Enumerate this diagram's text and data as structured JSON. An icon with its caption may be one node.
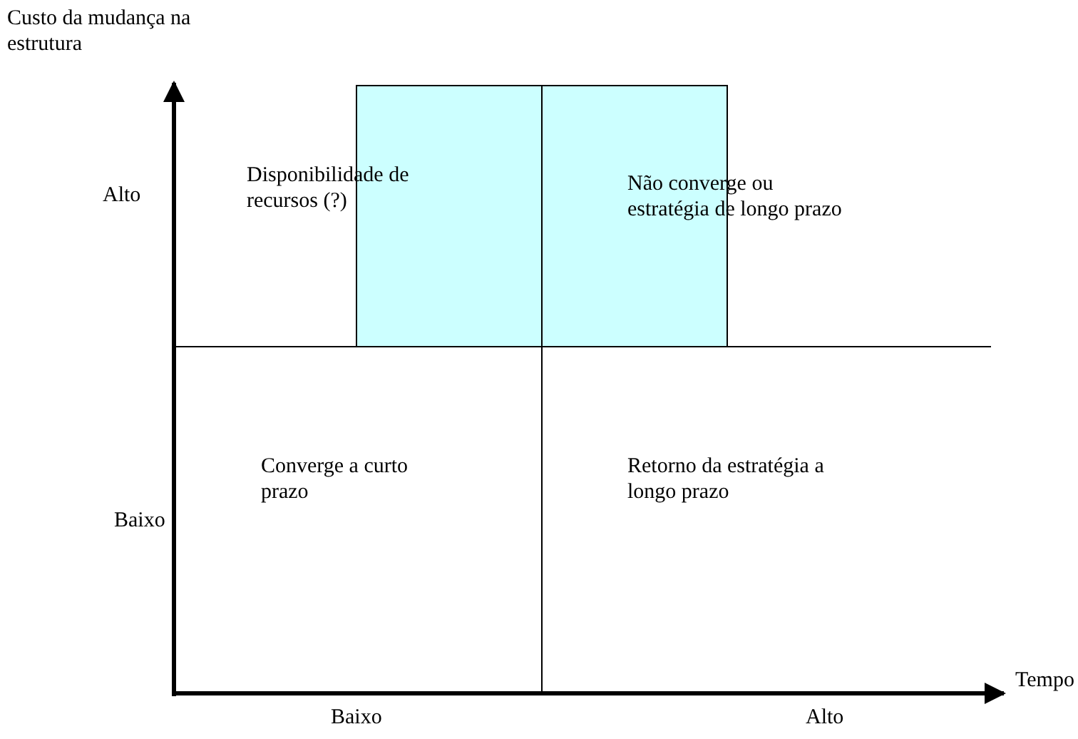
{
  "diagram": {
    "labels": [
      "Custo da mudança na estrutura",
      "Alto",
      "Disponibilidade de recursos (?)",
      "Não converge ou estratégia de longo prazo",
      "Converge a curto prazo",
      "Retorno da estratégia a longo prazo",
      "Baixo",
      "Tempo",
      "Baixo",
      "Alto"
    ]
  }
}
